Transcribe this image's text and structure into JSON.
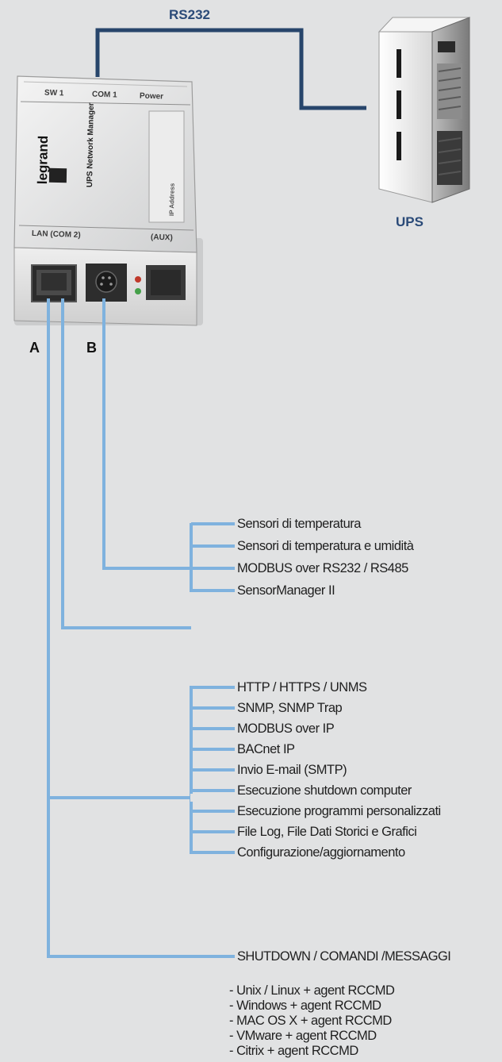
{
  "rs232_label": "RS232",
  "ups_label": "UPS",
  "port_a": "A",
  "port_b": "B",
  "device": {
    "sw1": "SW 1",
    "com1": "COM 1",
    "power": "Power",
    "brand": "legrand",
    "model": "UPS Network Manager",
    "ip": "IP Address",
    "lan": "LAN (COM 2)",
    "aux": "(AUX)"
  },
  "group_b": [
    "Sensori di temperatura",
    "Sensori di temperatura e umidità",
    "MODBUS over RS232 / RS485",
    "SensorManager II"
  ],
  "group_lan": [
    "HTTP / HTTPS / UNMS",
    "SNMP, SNMP Trap",
    "MODBUS over IP",
    "BACnet IP",
    "Invio E-mail (SMTP)",
    "Esecuzione shutdown computer",
    "Esecuzione programmi personalizzati",
    "File Log, File Dati Storici e Grafici",
    "Configurazione/aggiornamento"
  ],
  "group_a_title": "SHUTDOWN / COMANDI /MESSAGGI",
  "group_a_items": [
    "- Unix / Linux + agent RCCMD",
    "- Windows + agent RCCMD",
    "- MAC OS X + agent RCCMD",
    "- VMware + agent RCCMD",
    "- Citrix + agent RCCMD"
  ],
  "colors": {
    "bus_line": "#7fb2de",
    "rs232_line": "#27456b",
    "label_blue": "#2a4a78"
  }
}
